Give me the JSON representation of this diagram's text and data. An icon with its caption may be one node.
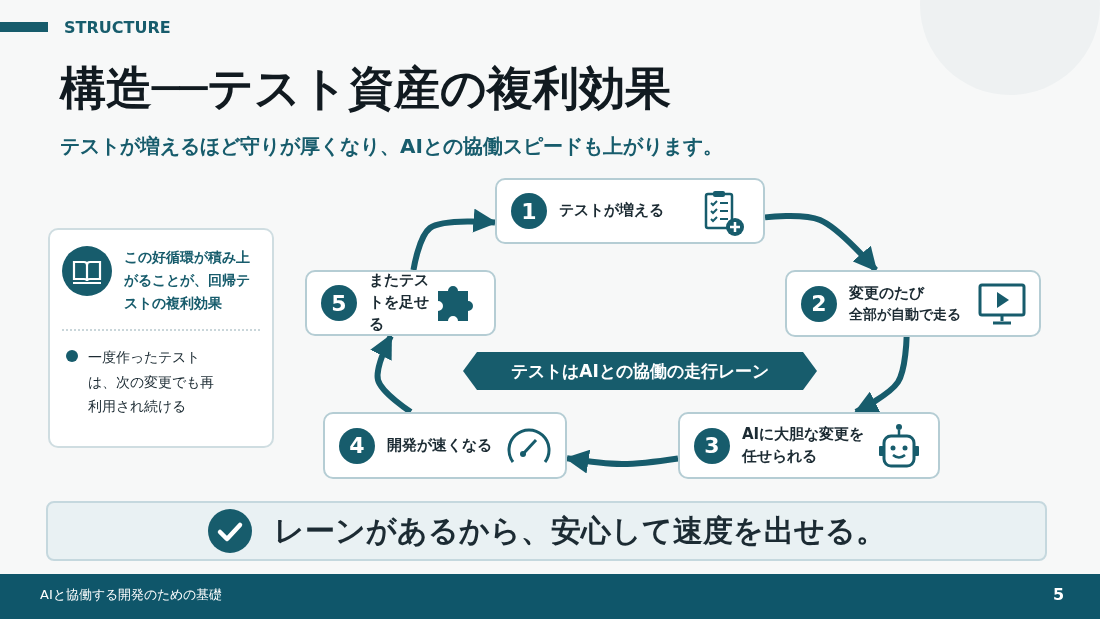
{
  "diagram": {
    "title": "構造──テスト資産の複利効果",
    "nodes": [
      {
        "text": [
          "1",
          "テストが増える"
        ]
      },
      {
        "text": [
          "2",
          "変更のたび",
          "全部が自動で走る"
        ]
      },
      {
        "text": [
          "3",
          "AIに大胆な変更を任せられる"
        ]
      },
      {
        "text": [
          "4",
          "開発が速くなる"
        ]
      },
      {
        "text": [
          "5",
          "またテストを足せる"
        ]
      },
      {
        "text": [
          "テストはAIとの協働の走行レーン"
        ]
      },
      {
        "text": [
          "この好循環が積み上がることが、回帰テストの複利効果",
          "一度作ったテストは、次の変更でも再利用され続ける"
        ]
      },
      {
        "text": [
          "レーンがあるから、安心して速度を出せる。"
        ]
      }
    ],
    "edges": [
      {
        "from": 0,
        "to": 1,
        "arrow": "to"
      },
      {
        "from": 1,
        "to": 2,
        "arrow": "to"
      },
      {
        "from": 2,
        "to": 3,
        "arrow": "to"
      },
      {
        "from": 3,
        "to": 4,
        "arrow": "to"
      },
      {
        "from": 4,
        "to": 0,
        "arrow": "to"
      }
    ],
    "labels": [
      "STRUCTURE",
      "テストが増えるほど守りが厚くなり、AIとの協働スピードも上がります。",
      "AIと協働する開発のための基礎",
      "5"
    ]
  }
}
